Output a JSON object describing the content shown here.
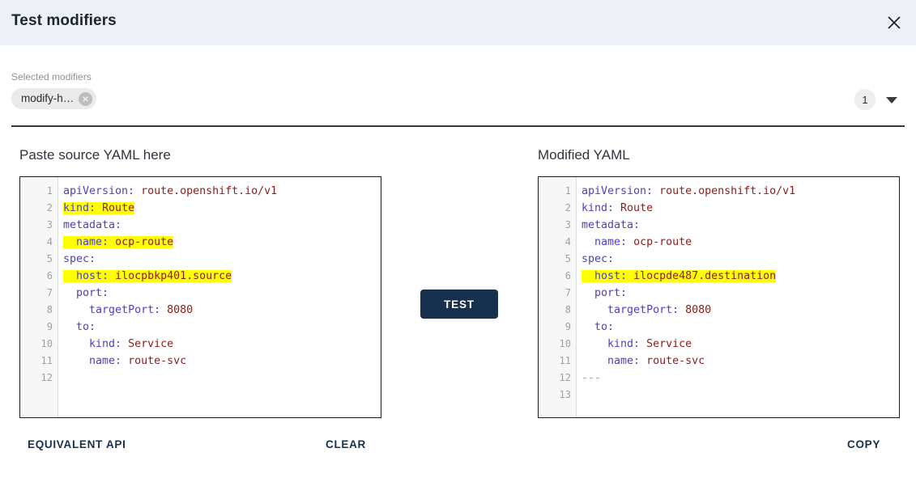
{
  "header": {
    "title": "Test modifiers",
    "close_icon": "close-icon"
  },
  "modifiers_field": {
    "label": "Selected modifiers",
    "chips": [
      {
        "label": "modify-h…",
        "remove_icon": "circle-close-icon"
      }
    ],
    "count": "1",
    "dropdown_icon": "chevron-down-icon"
  },
  "panels": {
    "left": {
      "title": "Paste source YAML here",
      "lines": [
        {
          "n": "1",
          "segments": [
            {
              "t": "apiVersion:",
              "c": "k"
            },
            {
              "t": " ",
              "c": ""
            },
            {
              "t": "route.openshift.io/v1",
              "c": "v"
            }
          ],
          "highlight": false
        },
        {
          "n": "2",
          "segments": [
            {
              "t": "kind:",
              "c": "k"
            },
            {
              "t": " ",
              "c": ""
            },
            {
              "t": "Route",
              "c": "v"
            }
          ],
          "highlight": true
        },
        {
          "n": "3",
          "segments": [
            {
              "t": "metadata:",
              "c": "k"
            }
          ],
          "highlight": false
        },
        {
          "n": "4",
          "segments": [
            {
              "t": "  ",
              "c": ""
            },
            {
              "t": "name:",
              "c": "k"
            },
            {
              "t": " ",
              "c": ""
            },
            {
              "t": "ocp-route",
              "c": "v"
            }
          ],
          "highlight": true
        },
        {
          "n": "5",
          "segments": [
            {
              "t": "spec:",
              "c": "k"
            }
          ],
          "highlight": false
        },
        {
          "n": "6",
          "segments": [
            {
              "t": "  ",
              "c": ""
            },
            {
              "t": "host:",
              "c": "k"
            },
            {
              "t": " ",
              "c": ""
            },
            {
              "t": "ilocpbkp401.source",
              "c": "v"
            }
          ],
          "highlight": true
        },
        {
          "n": "7",
          "segments": [
            {
              "t": "  ",
              "c": ""
            },
            {
              "t": "port:",
              "c": "k"
            }
          ],
          "highlight": false
        },
        {
          "n": "8",
          "segments": [
            {
              "t": "    ",
              "c": ""
            },
            {
              "t": "targetPort:",
              "c": "k"
            },
            {
              "t": " ",
              "c": ""
            },
            {
              "t": "8080",
              "c": "v"
            }
          ],
          "highlight": false
        },
        {
          "n": "9",
          "segments": [
            {
              "t": "  ",
              "c": ""
            },
            {
              "t": "to:",
              "c": "k"
            }
          ],
          "highlight": false
        },
        {
          "n": "10",
          "segments": [
            {
              "t": "    ",
              "c": ""
            },
            {
              "t": "kind:",
              "c": "k"
            },
            {
              "t": " ",
              "c": ""
            },
            {
              "t": "Service",
              "c": "v"
            }
          ],
          "highlight": false
        },
        {
          "n": "11",
          "segments": [
            {
              "t": "    ",
              "c": ""
            },
            {
              "t": "name:",
              "c": "k"
            },
            {
              "t": " ",
              "c": ""
            },
            {
              "t": "route-svc",
              "c": "v"
            }
          ],
          "highlight": false
        },
        {
          "n": "12",
          "segments": [],
          "highlight": false
        }
      ],
      "actions": [
        {
          "label": "EQUIVALENT API",
          "name": "equivalent-api-btn"
        },
        {
          "label": "CLEAR",
          "name": "clear-btn"
        }
      ]
    },
    "right": {
      "title": "Modified YAML",
      "lines": [
        {
          "n": "1",
          "segments": [
            {
              "t": "apiVersion:",
              "c": "k"
            },
            {
              "t": " ",
              "c": ""
            },
            {
              "t": "route.openshift.io/v1",
              "c": "v"
            }
          ],
          "highlight": false
        },
        {
          "n": "2",
          "segments": [
            {
              "t": "kind:",
              "c": "k"
            },
            {
              "t": " ",
              "c": ""
            },
            {
              "t": "Route",
              "c": "v"
            }
          ],
          "highlight": false
        },
        {
          "n": "3",
          "segments": [
            {
              "t": "metadata:",
              "c": "k"
            }
          ],
          "highlight": false
        },
        {
          "n": "4",
          "segments": [
            {
              "t": "  ",
              "c": ""
            },
            {
              "t": "name:",
              "c": "k"
            },
            {
              "t": " ",
              "c": ""
            },
            {
              "t": "ocp-route",
              "c": "v"
            }
          ],
          "highlight": false
        },
        {
          "n": "5",
          "segments": [
            {
              "t": "spec:",
              "c": "k"
            }
          ],
          "highlight": false
        },
        {
          "n": "6",
          "segments": [
            {
              "t": "  ",
              "c": ""
            },
            {
              "t": "host:",
              "c": "k"
            },
            {
              "t": " ",
              "c": ""
            },
            {
              "t": "ilocpde487.destination",
              "c": "v"
            }
          ],
          "highlight": true
        },
        {
          "n": "7",
          "segments": [
            {
              "t": "  ",
              "c": ""
            },
            {
              "t": "port:",
              "c": "k"
            }
          ],
          "highlight": false
        },
        {
          "n": "8",
          "segments": [
            {
              "t": "    ",
              "c": ""
            },
            {
              "t": "targetPort:",
              "c": "k"
            },
            {
              "t": " ",
              "c": ""
            },
            {
              "t": "8080",
              "c": "v"
            }
          ],
          "highlight": false
        },
        {
          "n": "9",
          "segments": [
            {
              "t": "  ",
              "c": ""
            },
            {
              "t": "to:",
              "c": "k"
            }
          ],
          "highlight": false
        },
        {
          "n": "10",
          "segments": [
            {
              "t": "    ",
              "c": ""
            },
            {
              "t": "kind:",
              "c": "k"
            },
            {
              "t": " ",
              "c": ""
            },
            {
              "t": "Service",
              "c": "v"
            }
          ],
          "highlight": false
        },
        {
          "n": "11",
          "segments": [
            {
              "t": "    ",
              "c": ""
            },
            {
              "t": "name:",
              "c": "k"
            },
            {
              "t": " ",
              "c": ""
            },
            {
              "t": "route-svc",
              "c": "v"
            }
          ],
          "highlight": false
        },
        {
          "n": "12",
          "segments": [
            {
              "t": "---",
              "c": "c"
            }
          ],
          "highlight": false
        },
        {
          "n": "13",
          "segments": [],
          "highlight": false
        }
      ],
      "actions": [
        {
          "label": "COPY",
          "name": "copy-btn"
        }
      ]
    }
  },
  "test_button": {
    "label": "TEST"
  },
  "colors": {
    "header_bg": "#edf0f5",
    "accent_dark": "#17304d",
    "highlight": "#ffff00",
    "yaml_key": "#4b3fc4",
    "yaml_value": "#8a1c1c",
    "gutter_bg": "#f7f7f7"
  }
}
